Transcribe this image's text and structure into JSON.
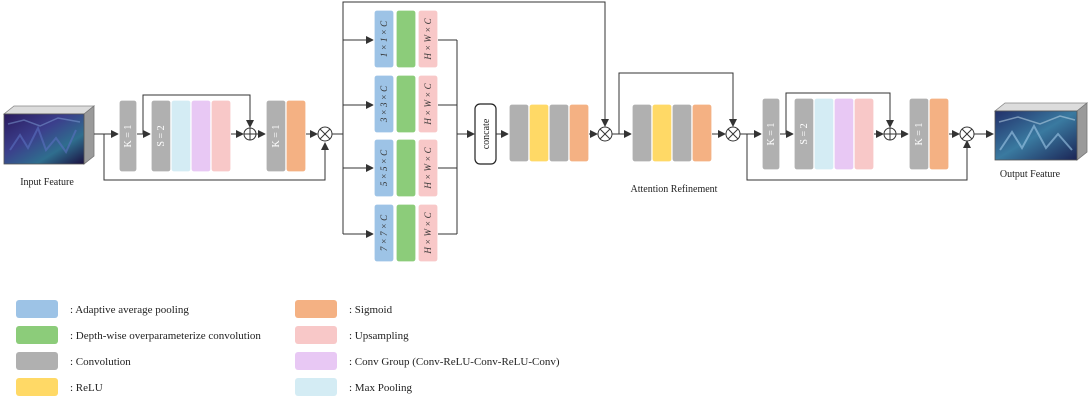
{
  "colors": {
    "blue": "#9dc3e6",
    "green": "#8ccc7a",
    "gray": "#b0b0b0",
    "yellow": "#ffd966",
    "orange": "#f4b183",
    "pink": "#f8c8c8",
    "purple": "#e8c8f4",
    "cyan": "#d4ecf4"
  },
  "labels": {
    "input": "Input Feature",
    "output": "Output Feature",
    "attention": "Attention Refinement",
    "concate": "concate",
    "k1": "K = 1",
    "s2": "S = 2",
    "p1": "1 × 1 × C",
    "p3": "3 × 3 × C",
    "p5": "5 × 5 × C",
    "p7": "7 × 7 × C",
    "hwc": "H × W × C"
  },
  "legend": [
    {
      "color": "blue",
      "text": ": Adaptive average pooling"
    },
    {
      "color": "green",
      "text": ": Depth-wise overparameterize convolution"
    },
    {
      "color": "gray",
      "text": ": Convolution"
    },
    {
      "color": "yellow",
      "text": ": ReLU"
    },
    {
      "color": "orange",
      "text": ": Sigmoid"
    },
    {
      "color": "pink",
      "text": ": Upsampling"
    },
    {
      "color": "purple",
      "text": ": Conv Group (Conv-ReLU-Conv-ReLU-Conv)"
    },
    {
      "color": "cyan",
      "text": ": Max Pooling"
    }
  ]
}
